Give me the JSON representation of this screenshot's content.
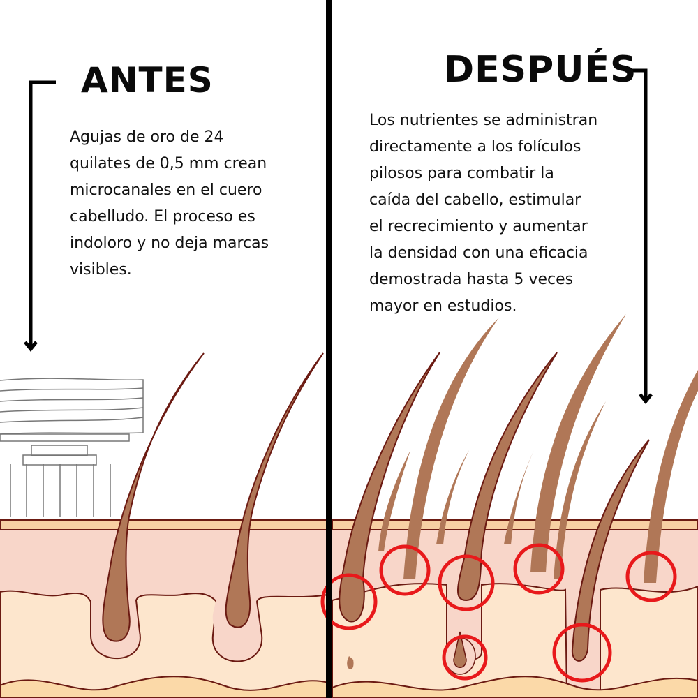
{
  "before": {
    "title": "ANTES",
    "lines": [
      "Agujas de oro de 24",
      "quilates de 0,5 mm crean",
      "microcanales en el cuero",
      "cabelludo. El proceso es",
      "indoloro y no deja marcas",
      "visibles."
    ]
  },
  "after": {
    "title": "DESPUÉS",
    "lines": [
      "Los nutrientes se administran",
      "directamente a los folículos",
      "pilosos para combatir la",
      "caída del cabello, estimular",
      "el recrecimiento y aumentar",
      "la densidad con una eficacia",
      "demostrada hasta 5 veces",
      "mayor en estudios."
    ]
  },
  "colors": {
    "epidermis": "#f7cfa3",
    "dermis": "#f8d6c9",
    "hypodermis": "#fde6cd",
    "fat": "#fbd9a8",
    "hair": "#b07757",
    "outline": "#6b1a12",
    "highlight_circle": "#e8191b",
    "vessel_blue": "#8fb8dc",
    "vessel_red": "#e98b80"
  }
}
